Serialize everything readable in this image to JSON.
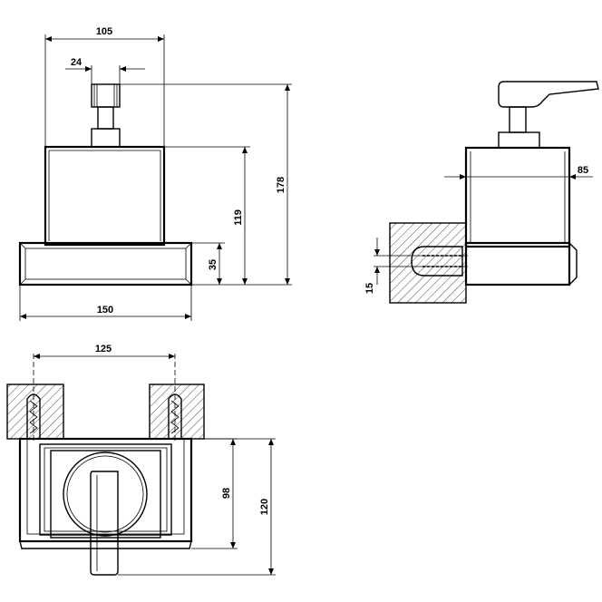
{
  "dimensions": {
    "front_width_top": "105",
    "front_spout": "24",
    "front_total_height": "178",
    "front_container_height": "119",
    "front_base_height": "35",
    "front_base_width": "150",
    "side_depth": "85",
    "side_mount_height": "15",
    "top_screw_spacing": "125",
    "top_inner_depth": "98",
    "top_total_depth": "120"
  }
}
